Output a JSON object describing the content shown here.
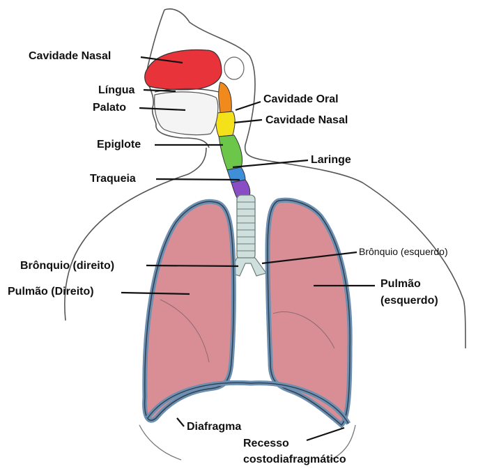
{
  "labels": {
    "cavidade_nasal_top": "Cavidade Nasal",
    "lingua": "Língua",
    "palato": "Palato",
    "cavidade_oral": "Cavidade Oral",
    "cavidade_nasal_mid": "Cavidade Nasal",
    "epiglote": "Epiglote",
    "laringe": "Laringe",
    "traqueia": "Traqueia",
    "bronquio_esquerdo": "Brônquio (esquerdo)",
    "bronquio_direito": "Brônquio (direito)",
    "pulmao_direito": "Pulmão (Direito)",
    "pulmao_esquerdo_1": "Pulmão",
    "pulmao_esquerdo_2": "(esquerdo)",
    "diafragma": "Diafragma",
    "recesso_1": "Recesso",
    "recesso_2": "costodiafragmático"
  },
  "colors": {
    "nasal_cavity": "#e8333a",
    "oral_cavity": "#f08a1c",
    "pharynx_yellow": "#f5e11a",
    "epiglottis_green": "#6cc64a",
    "larynx_blue": "#3f8fd8",
    "trachea_purple": "#8a4ec4",
    "lung_fill": "#d98e96",
    "pleura_blue": "#6d8fb0",
    "outline": "#3a3a3a"
  }
}
